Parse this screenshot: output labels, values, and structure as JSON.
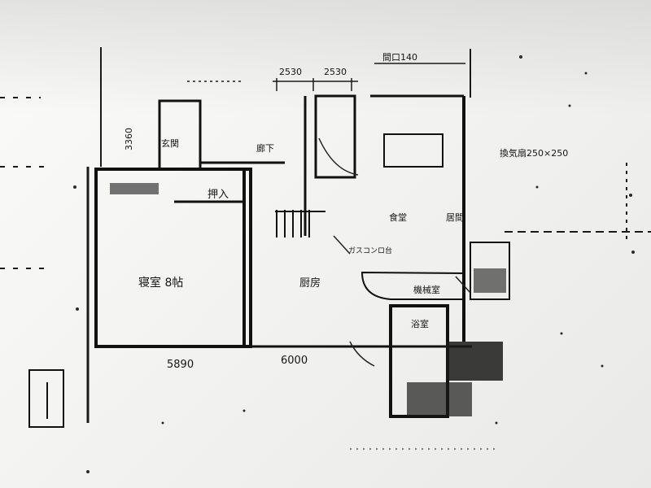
{
  "floor_plan": {
    "dimensions": {
      "top_a": "2530",
      "top_b": "2530",
      "top_right": "間口140",
      "left_vertical": "3360",
      "bottom_left": "5890",
      "bottom_right": "6000"
    },
    "rooms": {
      "storage": "押入",
      "bedroom": "寝室 8帖",
      "kitchen": "厨房",
      "bath": "浴室",
      "utility": "機械室",
      "corridor": "廊下",
      "entrance": "玄関",
      "dining": "食堂",
      "living": "居間"
    },
    "annotations": {
      "vent_note": "換気扇250×250",
      "counter_note": "ガスコンロ台"
    }
  }
}
